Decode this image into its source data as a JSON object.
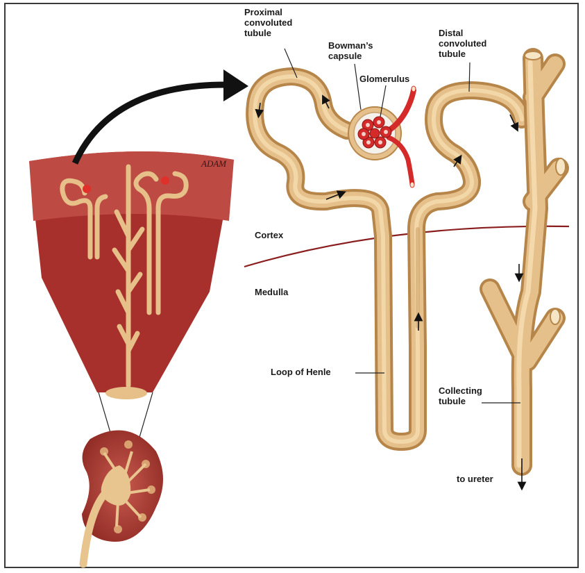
{
  "labels": {
    "proximal_convoluted_tubule": "Proximal\nconvoluted\ntubule",
    "bowmans_capsule": "Bowman’s\ncapsule",
    "glomerulus": "Glomerulus",
    "distal_convoluted_tubule": "Distal\nconvoluted\ntubule",
    "cortex": "Cortex",
    "medulla": "Medulla",
    "loop_of_henle": "Loop of Henle",
    "collecting_tubule": "Collecting\ntubule",
    "to_ureter": "to ureter"
  },
  "signature": "ADAM",
  "colors": {
    "tubule": "#e2b878",
    "tubule_edge": "#b88a4c",
    "cortex_red": "#b8443e",
    "medulla_red": "#9a2a26",
    "vessel_red": "#d42a2a",
    "boundary_line": "#8a1e1e"
  }
}
